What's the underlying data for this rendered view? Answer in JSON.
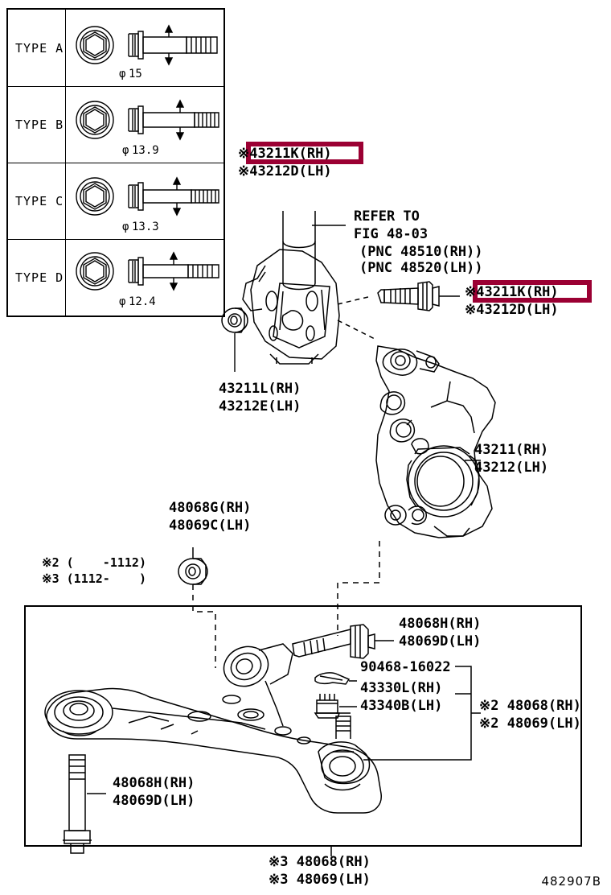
{
  "figure": {
    "drawing_number": "482907B"
  },
  "bolt_table": {
    "rows": [
      {
        "type_label": "TYPE  A",
        "diameter": "φ15"
      },
      {
        "type_label": "TYPE  B",
        "diameter": "φ13.9"
      },
      {
        "type_label": "TYPE  C",
        "diameter": "φ13.3"
      },
      {
        "type_label": "TYPE  D",
        "diameter": "φ12.4"
      }
    ]
  },
  "callouts": {
    "bolt_top_highlight": {
      "rh": "※43211K(RH)",
      "lh": "※43212D(LH)",
      "highlight_color": "#9b0033"
    },
    "bolt_right_highlight": {
      "rh": "※43211K(RH)",
      "lh": "※43212D(LH)",
      "highlight_color": "#9b0033"
    },
    "refer_to": {
      "line1": "REFER TO",
      "line2": "FIG 48-03",
      "line3": "(PNC 48510(RH))",
      "line4": "(PNC 48520(LH))"
    },
    "dust_cover": {
      "rh": "43211L(RH)",
      "lh": "43212E(LH)"
    },
    "knuckle": {
      "rh": "43211(RH)",
      "lh": "43212(LH)"
    },
    "arm_bushing": {
      "rh": "48068G(RH)",
      "lh": "48069C(LH)"
    },
    "arm_bolt_upper": {
      "rh": "48068H(RH)",
      "lh": "48069D(LH)"
    },
    "arm_bolt_lower": {
      "rh": "48068H(RH)",
      "lh": "48069D(LH)"
    },
    "cotter_pin": {
      "number": "90468-16022"
    },
    "ball_joint_nut": {
      "rh": "43330L(RH)",
      "lh": "43340B(LH)"
    },
    "arm_assembly_group": {
      "rh": "※2 48068(RH)",
      "lh": "※2 48069(LH)"
    },
    "arm_assembly_bottom": {
      "rh": "※3 48068(RH)",
      "lh": "※3 48069(LH)"
    }
  },
  "notes": {
    "note2": "※2 (    -1112)",
    "note3": "※3 (1112-    )"
  }
}
